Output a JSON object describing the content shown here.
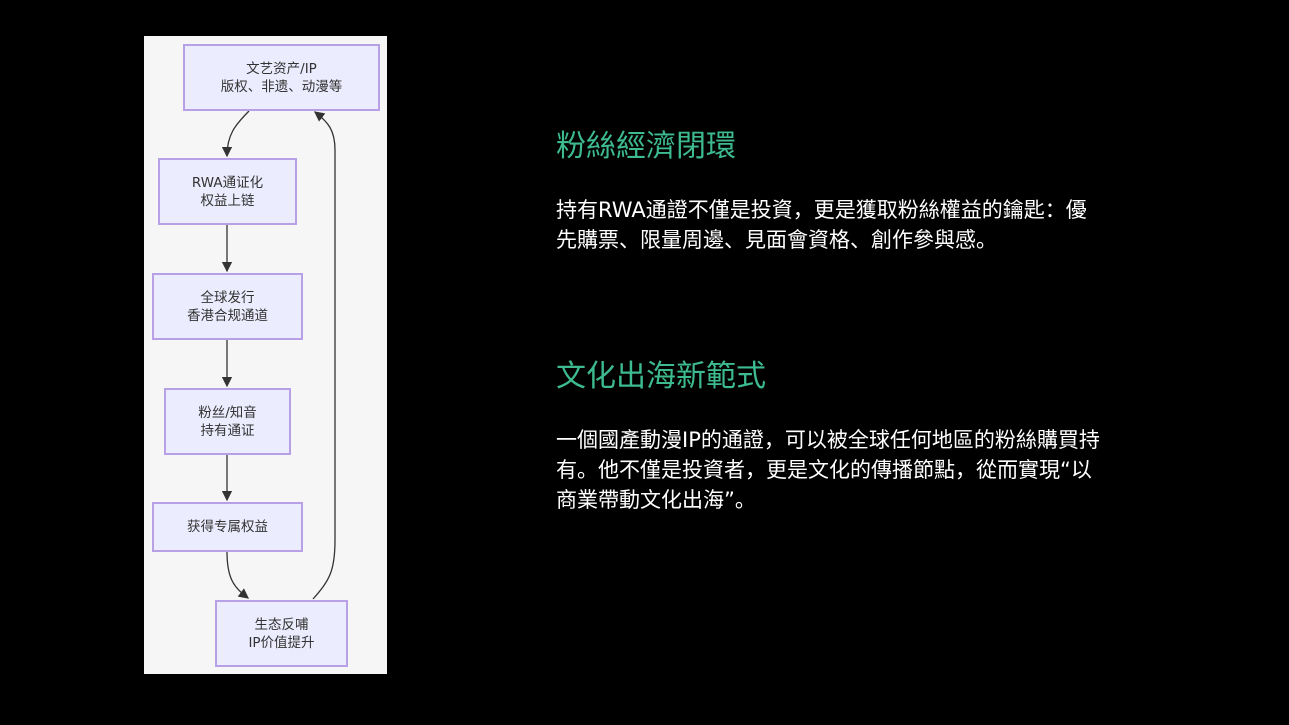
{
  "diagram": {
    "nodes": [
      {
        "line1": "文艺资产/IP",
        "line2": "版权、非遗、动漫等"
      },
      {
        "line1": "RWA通证化",
        "line2": "权益上链"
      },
      {
        "line1": "全球发行",
        "line2": "香港合规通道"
      },
      {
        "line1": "粉丝/知音",
        "line2": "持有通证"
      },
      {
        "line1": "获得专属权益"
      },
      {
        "line1": "生态反哺",
        "line2": "IP价值提升"
      }
    ]
  },
  "sections": [
    {
      "title": "粉絲經濟閉環",
      "body": [
        "持有RWA通證不僅是投資，更是獲取粉絲權益的鑰匙：優",
        "先購票、限量周邊、見面會資格、創作參與感。"
      ]
    },
    {
      "title": "文化出海新範式",
      "body": [
        "一個國產動漫IP的通證，可以被全球任何地區的粉絲購買持",
        "有。他不僅是投資者，更是文化的傳播節點，從而實現“以",
        "商業帶動文化出海”。"
      ]
    }
  ]
}
